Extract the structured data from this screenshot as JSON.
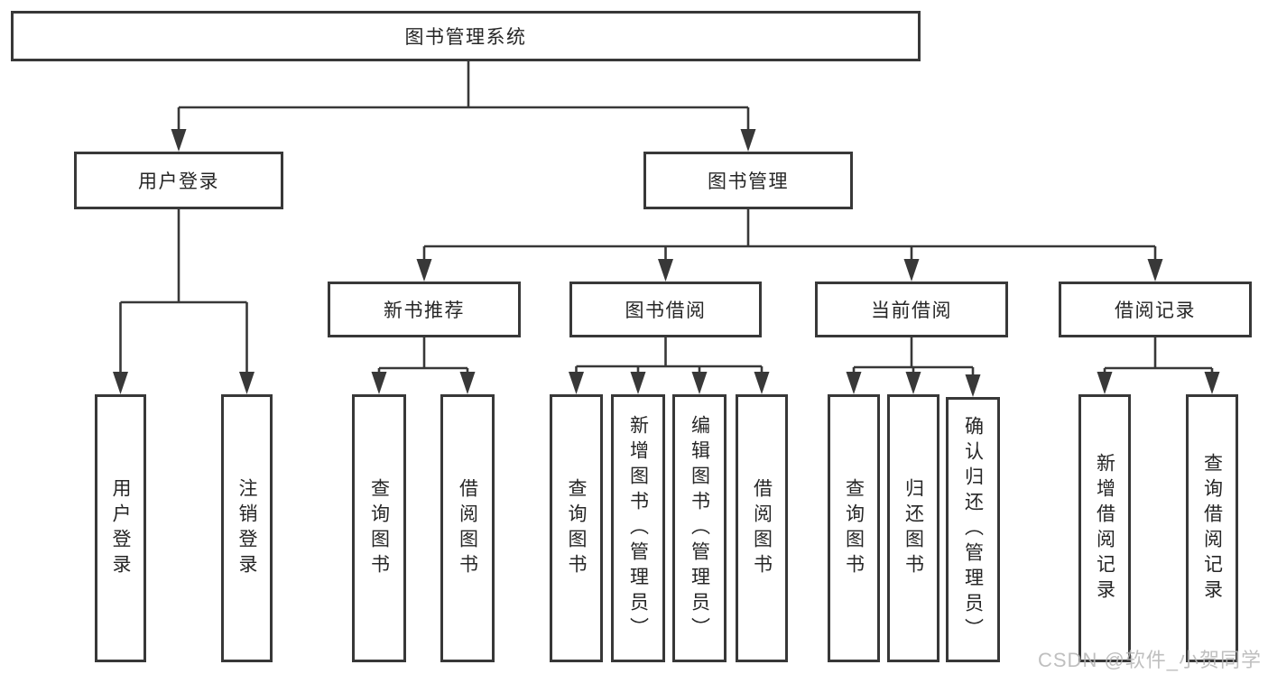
{
  "diagram": {
    "root": {
      "label": "图书管理系统"
    },
    "level2": [
      {
        "label": "用户登录"
      },
      {
        "label": "图书管理"
      }
    ],
    "level3": [
      {
        "label": "新书推荐"
      },
      {
        "label": "图书借阅"
      },
      {
        "label": "当前借阅"
      },
      {
        "label": "借阅记录"
      }
    ],
    "leaves": {
      "login": [
        "用户登录",
        "注销登录"
      ],
      "recommend": [
        "查询图书",
        "借阅图书"
      ],
      "borrow": [
        "查询图书",
        "新增图书（管理员）",
        "编辑图书（管理员）",
        "借阅图书"
      ],
      "current": [
        "查询图书",
        "归还图书",
        "确认归还（管理员）"
      ],
      "records": [
        "新增借阅记录",
        "查询借阅记录"
      ]
    },
    "watermark": "CSDN @软件_小贺同学",
    "colors": {
      "line": "#383838",
      "text": "#262626",
      "background": "#ffffff",
      "watermark": "#b5b5b5"
    }
  }
}
